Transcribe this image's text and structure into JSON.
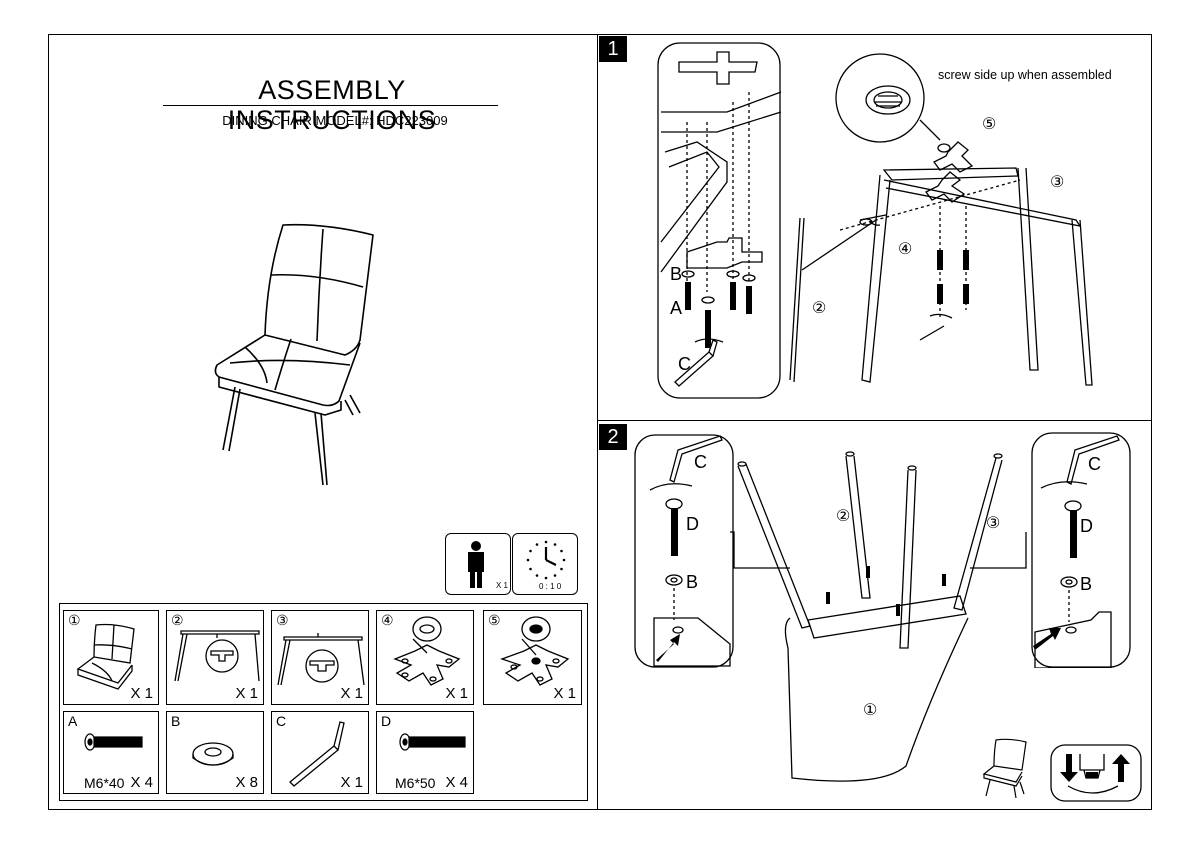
{
  "header": {
    "title": "ASSEMBLY  INSTRUCTIONS",
    "subtitle": "DINING CHAIR MODEL#:  HDC223009"
  },
  "badges": {
    "people": "X 1",
    "time": "0 : 1 0"
  },
  "parts": [
    {
      "num": "①",
      "qty": "X 1",
      "icon": "seat-icon"
    },
    {
      "num": "②",
      "qty": "X 1",
      "icon": "front-leg-frame-icon"
    },
    {
      "num": "③",
      "qty": "X 1",
      "icon": "rear-leg-frame-icon"
    },
    {
      "num": "④",
      "qty": "X 1",
      "icon": "cross-bracket-icon"
    },
    {
      "num": "⑤",
      "qty": "X 1",
      "icon": "cross-bracket-nut-icon"
    }
  ],
  "hardware": [
    {
      "letter": "A",
      "size": "M6*40",
      "qty": "X 4",
      "icon": "bolt-icon"
    },
    {
      "letter": "B",
      "size": "",
      "qty": "X 8",
      "icon": "washer-icon"
    },
    {
      "letter": "C",
      "size": "",
      "qty": "X 1",
      "icon": "allen-key-icon"
    },
    {
      "letter": "D",
      "size": "M6*50",
      "qty": "X 4",
      "icon": "long-bolt-icon"
    }
  ],
  "step1": {
    "number": "1",
    "note": "screw side up when assembled",
    "labels": {
      "a": "A",
      "b": "B",
      "c": "C",
      "p2": "②",
      "p3": "③",
      "p4": "④",
      "p5": "⑤"
    }
  },
  "step2": {
    "number": "2",
    "labels": {
      "c_left": "C",
      "d_left": "D",
      "b_left": "B",
      "c_right": "C",
      "d_right": "D",
      "b_right": "B",
      "p1": "①",
      "p2": "②",
      "p3": "③"
    }
  }
}
